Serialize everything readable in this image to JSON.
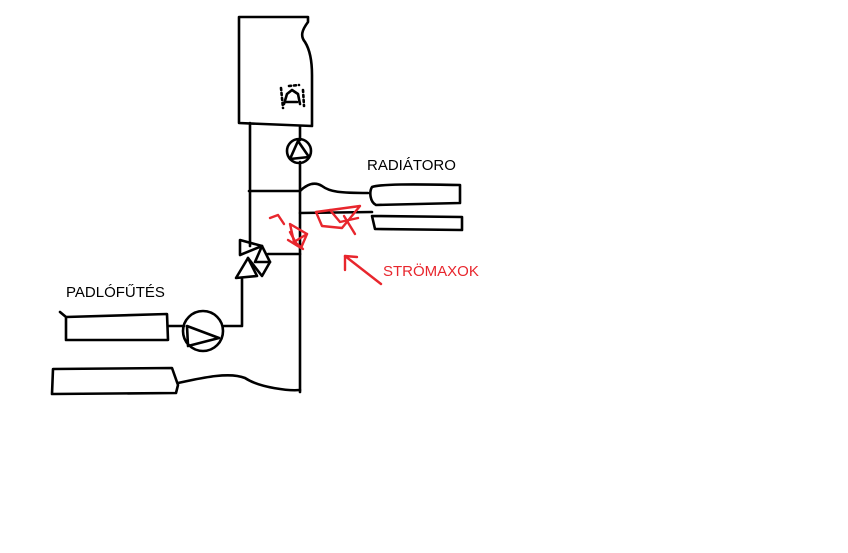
{
  "labels": {
    "radiator": "RADIÁTORO",
    "floor_heating": "PADLÓFŰTÉS",
    "flow_switch": "STRÖMAXOK"
  },
  "colors": {
    "background": "#ffffff",
    "ink": "#000000",
    "accent": "#e8262d"
  },
  "icons": {
    "boiler": "boiler-icon",
    "flame": "flame-icon",
    "pump": "pump-icon",
    "mixing_valve": "three-way-valve-icon",
    "flow_valve": "valve-icon",
    "arrow": "arrow-icon"
  }
}
